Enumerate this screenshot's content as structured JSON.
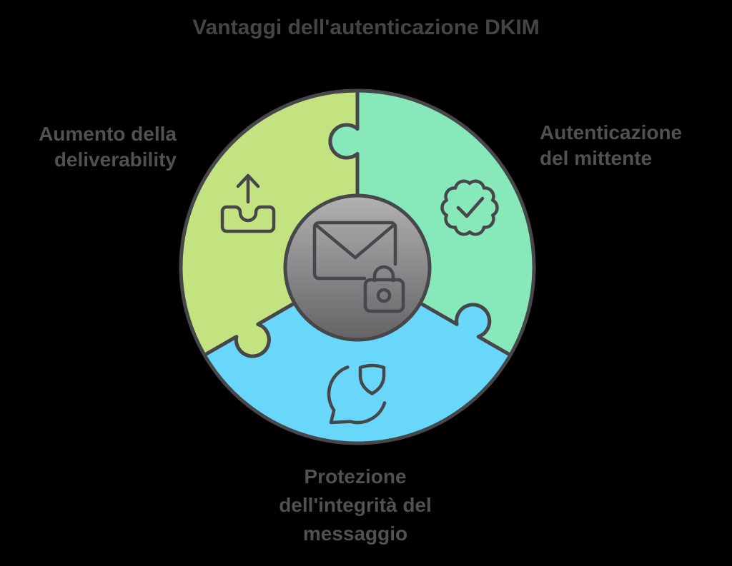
{
  "title": "Vantaggi dell'autenticazione DKIM",
  "labels": {
    "left": "Aumento della\ndeliverability",
    "right": "Autenticazione\ndel mittente",
    "bottom": "Protezione\ndell'integrità del\nmessaggio"
  },
  "pieces": [
    {
      "name": "deliverability-piece",
      "label": "Aumento della deliverability",
      "icon": "outbox-arrow-icon",
      "color": "#c3e380"
    },
    {
      "name": "sender-authentication-piece",
      "label": "Autenticazione del mittente",
      "icon": "verified-badge-icon",
      "color": "#87e8ba"
    },
    {
      "name": "message-integrity-piece",
      "label": "Protezione dell'integrità del messaggio",
      "icon": "chat-shield-icon",
      "color": "#68d7fa"
    }
  ],
  "center_icon": "email-lock-icon",
  "theme": {
    "background": "#000000",
    "title_color": "#454547",
    "text_color": "#515153",
    "outline_color": "#47474b",
    "piece_green": "#c3e380",
    "piece_teal": "#87e8ba",
    "piece_blue": "#68d7fa",
    "center_gray_top": "#b3b3b4",
    "center_gray_bottom": "#626265"
  }
}
